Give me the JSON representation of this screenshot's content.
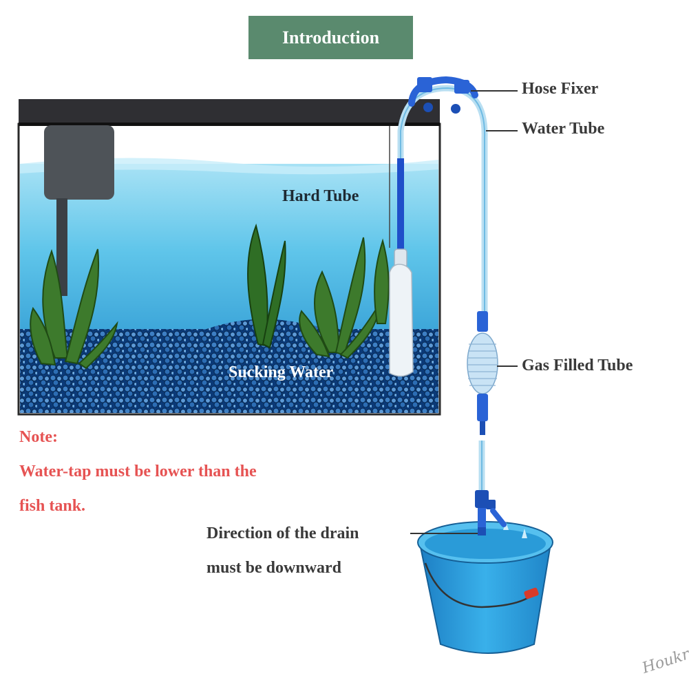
{
  "title": "Introduction",
  "labels": {
    "hose_fixer": "Hose Fixer",
    "water_tube": "Water Tube",
    "hard_tube": "Hard Tube",
    "gas_filled_tube": "Gas Filled Tube",
    "sucking_water": "Sucking Water",
    "direction_line1": "Direction of the drain",
    "direction_line2": "must be downward"
  },
  "note": {
    "heading": "Note:",
    "line1": "Water-tap must be lower than the",
    "line2": "fish tank."
  },
  "watermark": "Houkr",
  "colors": {
    "title_bg": "#5a8a6e",
    "note_text": "#e65353",
    "label_text": "#3a3a3a",
    "water": "#5bc3ea",
    "bucket": "#2a9bd8",
    "fixer": "#2a63d6"
  }
}
